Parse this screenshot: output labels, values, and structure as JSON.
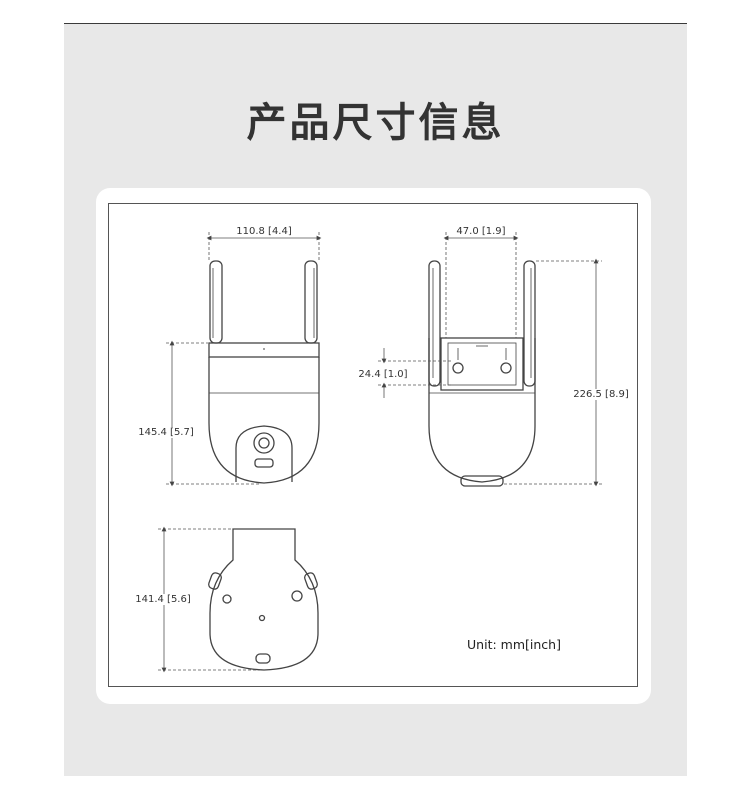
{
  "title": "产品尺寸信息",
  "dimensions": {
    "front_width": "110.8 [4.4]",
    "front_height": "145.4 [5.7]",
    "side_depth": "47.0 [1.9]",
    "side_mount": "24.4 [1.0]",
    "side_height": "226.5 [8.9]",
    "bottom_height": "141.4 [5.6]"
  },
  "unit_note": "Unit: mm[inch]",
  "colors": {
    "panel": "#e8e8e8",
    "card": "#ffffff",
    "line": "#444444",
    "dim_line": "#555555"
  }
}
